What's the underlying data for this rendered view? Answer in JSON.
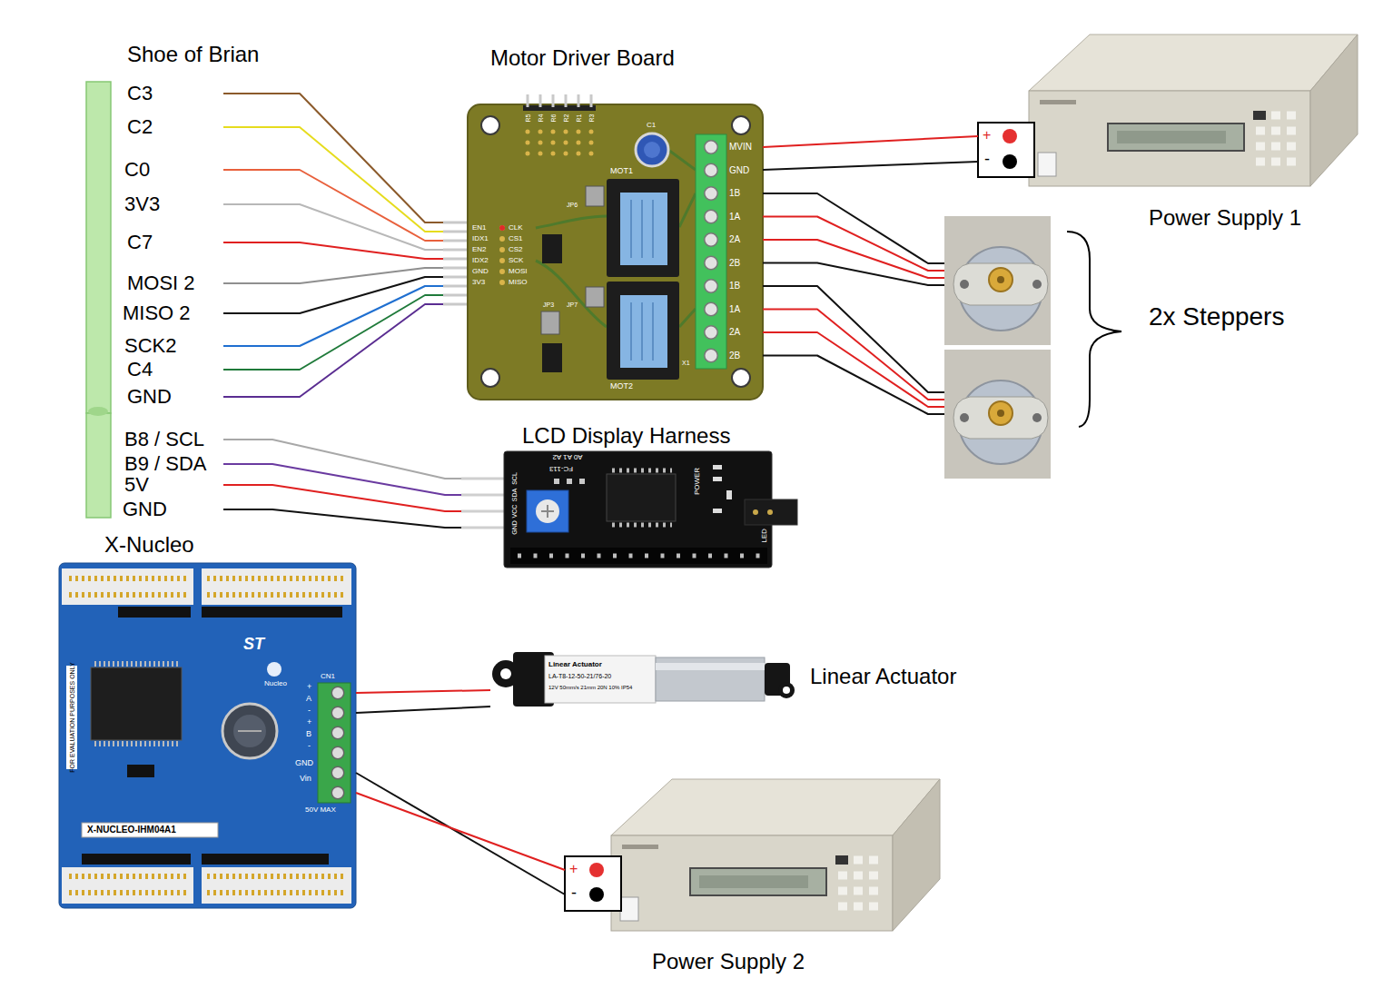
{
  "diagram": {
    "nodes": [
      {
        "text": [
          "Shoe of Brian"
        ]
      },
      {
        "text": [
          "Motor Driver Board"
        ]
      },
      {
        "text": [
          "Power Supply 1"
        ]
      },
      {
        "text": [
          "2x Steppers"
        ]
      },
      {
        "text": [
          "LCD Display Harness"
        ]
      },
      {
        "text": [
          "X-Nucleo"
        ]
      },
      {
        "text": [
          "Linear Actuator"
        ]
      },
      {
        "text": [
          "Power Supply 2"
        ]
      }
    ],
    "edges": [
      {
        "from": 0,
        "to": 1,
        "arrow": "none"
      },
      {
        "from": 0,
        "to": 1,
        "arrow": "none"
      },
      {
        "from": 0,
        "to": 1,
        "arrow": "none"
      },
      {
        "from": 0,
        "to": 1,
        "arrow": "none"
      },
      {
        "from": 0,
        "to": 1,
        "arrow": "none"
      },
      {
        "from": 0,
        "to": 1,
        "arrow": "none"
      },
      {
        "from": 0,
        "to": 1,
        "arrow": "none"
      },
      {
        "from": 0,
        "to": 1,
        "arrow": "none"
      },
      {
        "from": 0,
        "to": 1,
        "arrow": "none"
      },
      {
        "from": 0,
        "to": 1,
        "arrow": "none"
      },
      {
        "from": 0,
        "to": 4,
        "arrow": "none"
      },
      {
        "from": 0,
        "to": 4,
        "arrow": "none"
      },
      {
        "from": 0,
        "to": 4,
        "arrow": "none"
      },
      {
        "from": 0,
        "to": 4,
        "arrow": "none"
      },
      {
        "from": 1,
        "to": 2,
        "arrow": "none"
      },
      {
        "from": 1,
        "to": 2,
        "arrow": "none"
      },
      {
        "from": 1,
        "to": 3,
        "arrow": "none"
      },
      {
        "from": 1,
        "to": 3,
        "arrow": "none"
      },
      {
        "from": 1,
        "to": 3,
        "arrow": "none"
      },
      {
        "from": 1,
        "to": 3,
        "arrow": "none"
      },
      {
        "from": 1,
        "to": 3,
        "arrow": "none"
      },
      {
        "from": 1,
        "to": 3,
        "arrow": "none"
      },
      {
        "from": 1,
        "to": 3,
        "arrow": "none"
      },
      {
        "from": 1,
        "to": 3,
        "arrow": "none"
      },
      {
        "from": 5,
        "to": 6,
        "arrow": "none"
      },
      {
        "from": 5,
        "to": 6,
        "arrow": "none"
      },
      {
        "from": 5,
        "to": 7,
        "arrow": "none"
      },
      {
        "from": 5,
        "to": 7,
        "arrow": "none"
      }
    ],
    "labels": [
      "C3",
      "C2",
      "C0",
      "3V3",
      "C7",
      "MOSI 2",
      "MISO 2",
      "SCK2",
      "C4",
      "GND",
      "B8 / SCL",
      "B9 / SDA",
      "5V",
      "GND",
      "R5",
      "R4",
      "R6",
      "R2",
      "R1",
      "R3",
      "EN1",
      "IDX1",
      "EN2",
      "IDX2",
      "GND",
      "3V3",
      "CLK",
      "CS1",
      "CS2",
      "SCK",
      "MOSI",
      "MISO",
      "MOT1",
      "MOT2",
      "C1",
      "JP6",
      "JP7",
      "JP3",
      "X1",
      "MVIN",
      "GND",
      "1B",
      "1A",
      "2A",
      "2B",
      "1B",
      "1A",
      "2A",
      "2B",
      "+",
      "-",
      "SCL",
      "SDA",
      "VCC",
      "GND",
      "A0 A1 A2",
      "FC-113",
      "POWER",
      "LED",
      "CN1",
      "+",
      "A",
      "-",
      "+",
      "B",
      "-",
      "GND",
      "Vin",
      "50V MAX",
      "X-NUCLEO-IHM04A1",
      "FOR EVALUATION PURPOSES ONLY",
      "Nucleo",
      "ST",
      "Linear Actuator",
      "LA-T8-12-50-21/76-20",
      "12V 50mm/s 21mm 20N 10% IP54",
      "+",
      "-"
    ]
  }
}
